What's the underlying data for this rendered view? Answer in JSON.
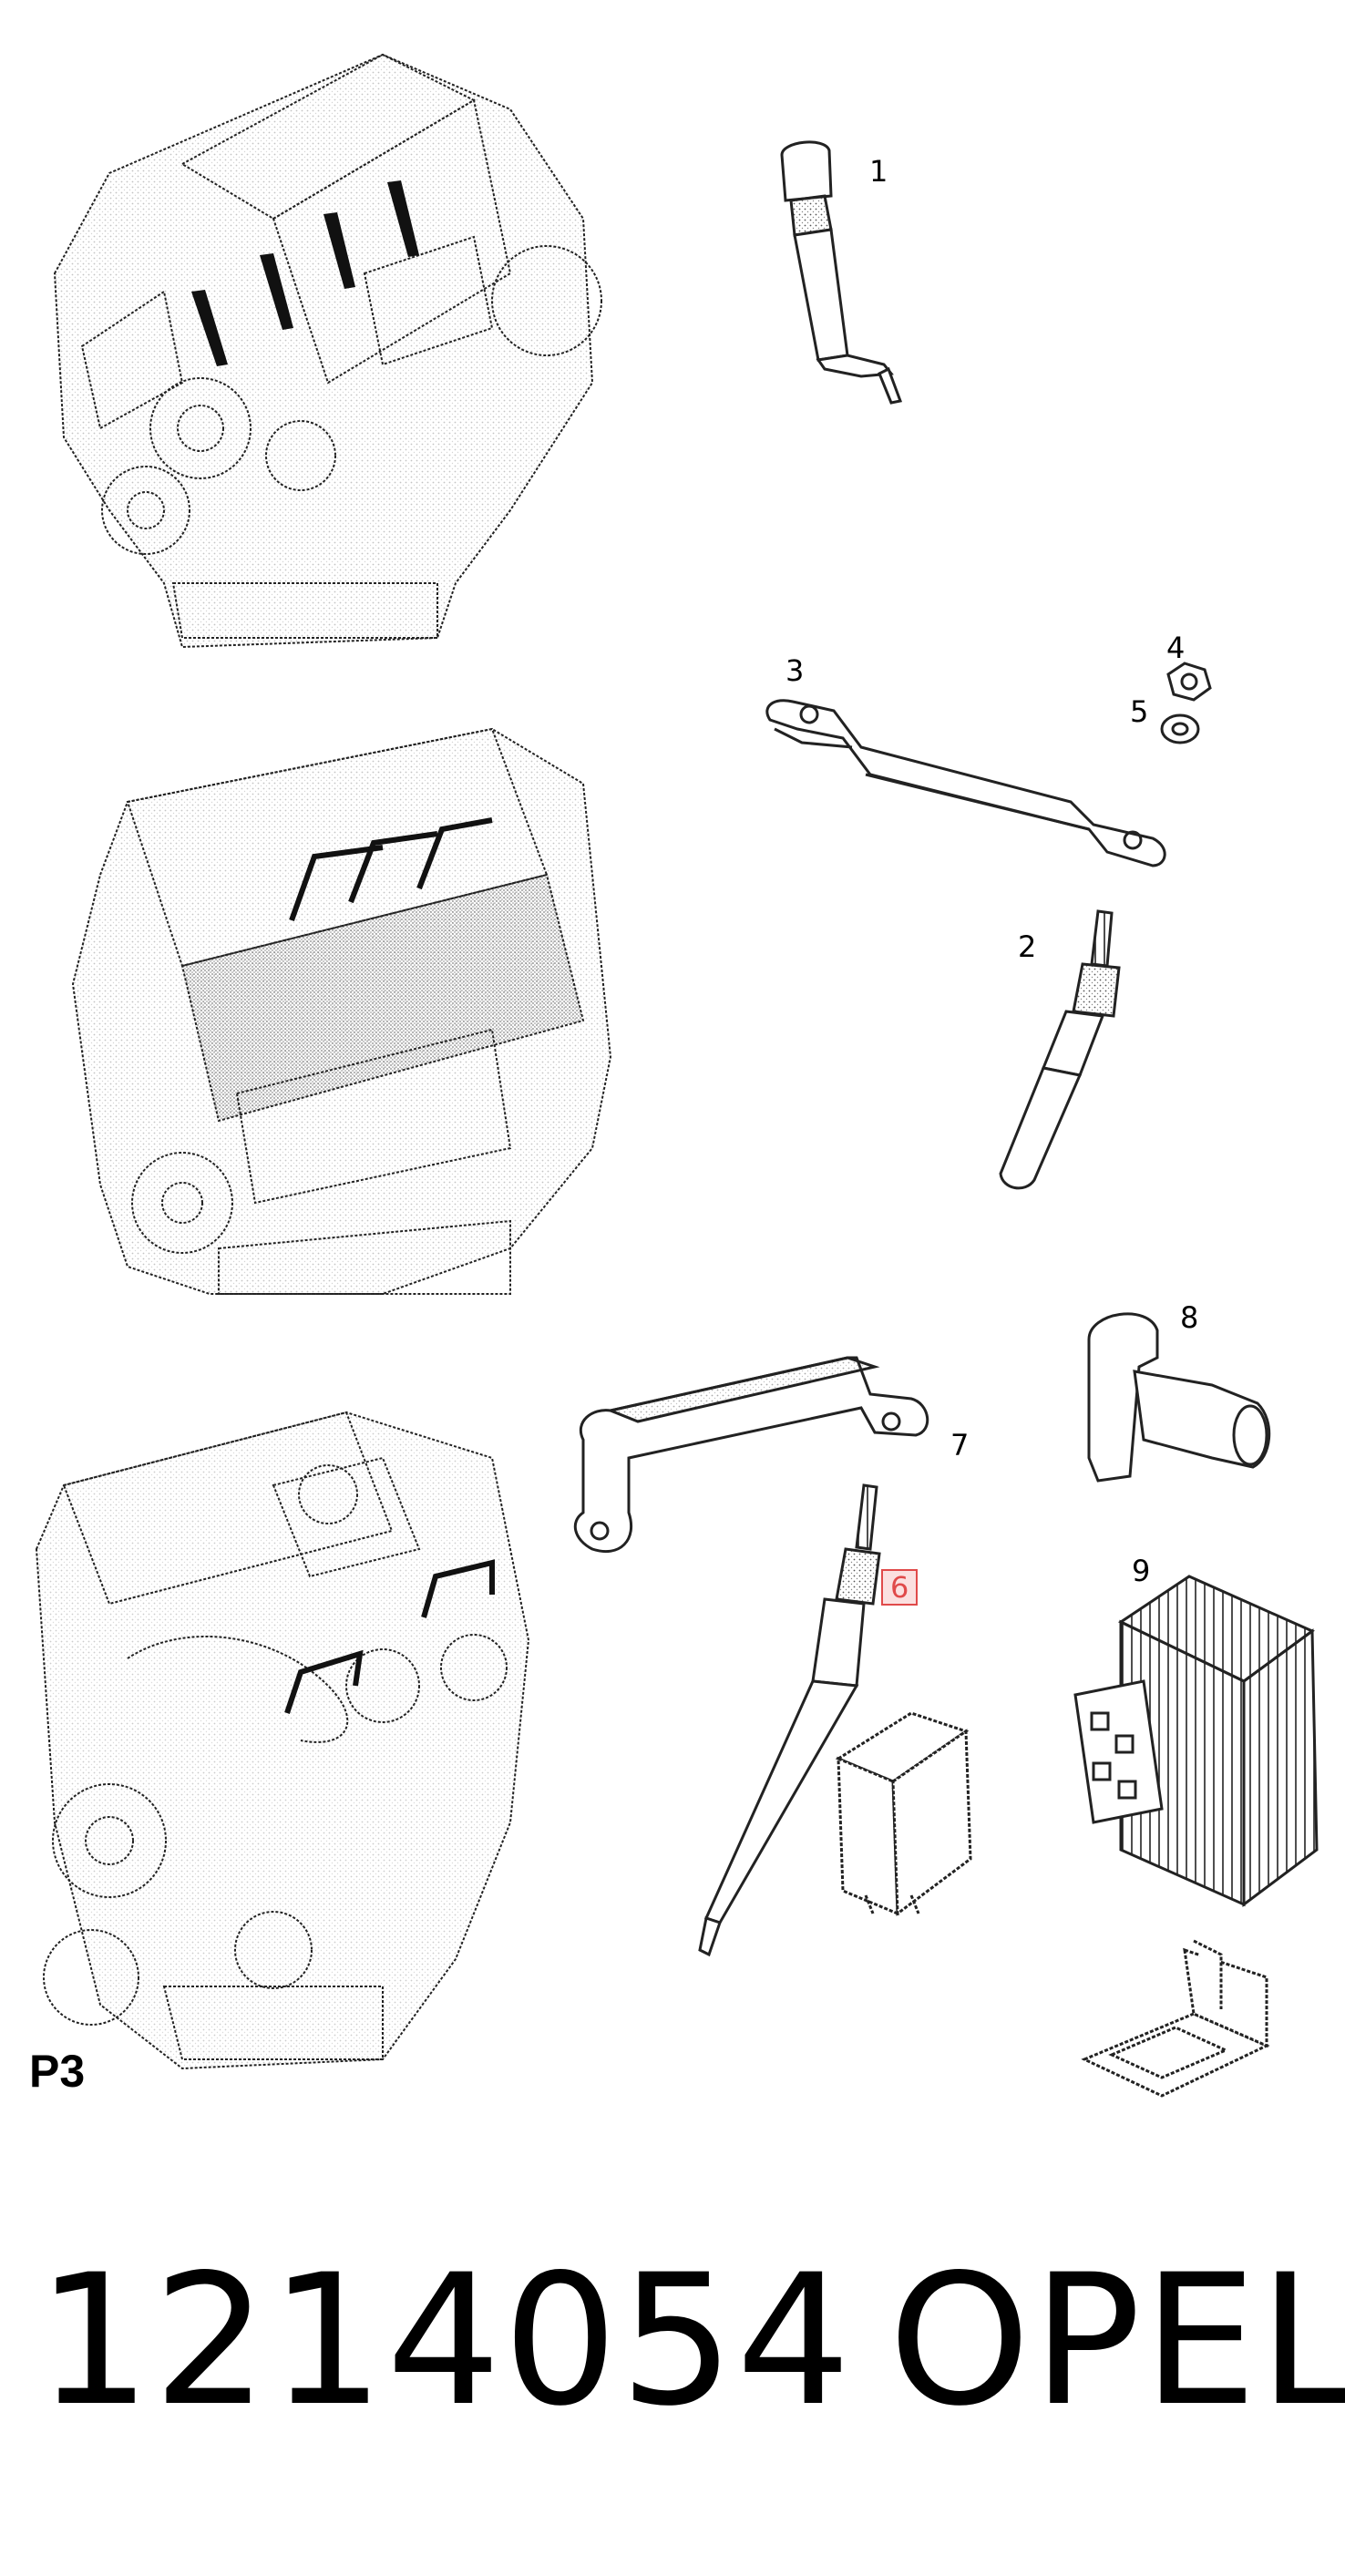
{
  "callouts": {
    "c1": "1",
    "c2": "2",
    "c3": "3",
    "c4": "4",
    "c5": "5",
    "c6": "6",
    "c7": "7",
    "c8": "8",
    "c9": "9"
  },
  "highlight_color": "#e04a4a",
  "panel_label": "P3",
  "part_number": "1214054",
  "brand": "OPEL"
}
